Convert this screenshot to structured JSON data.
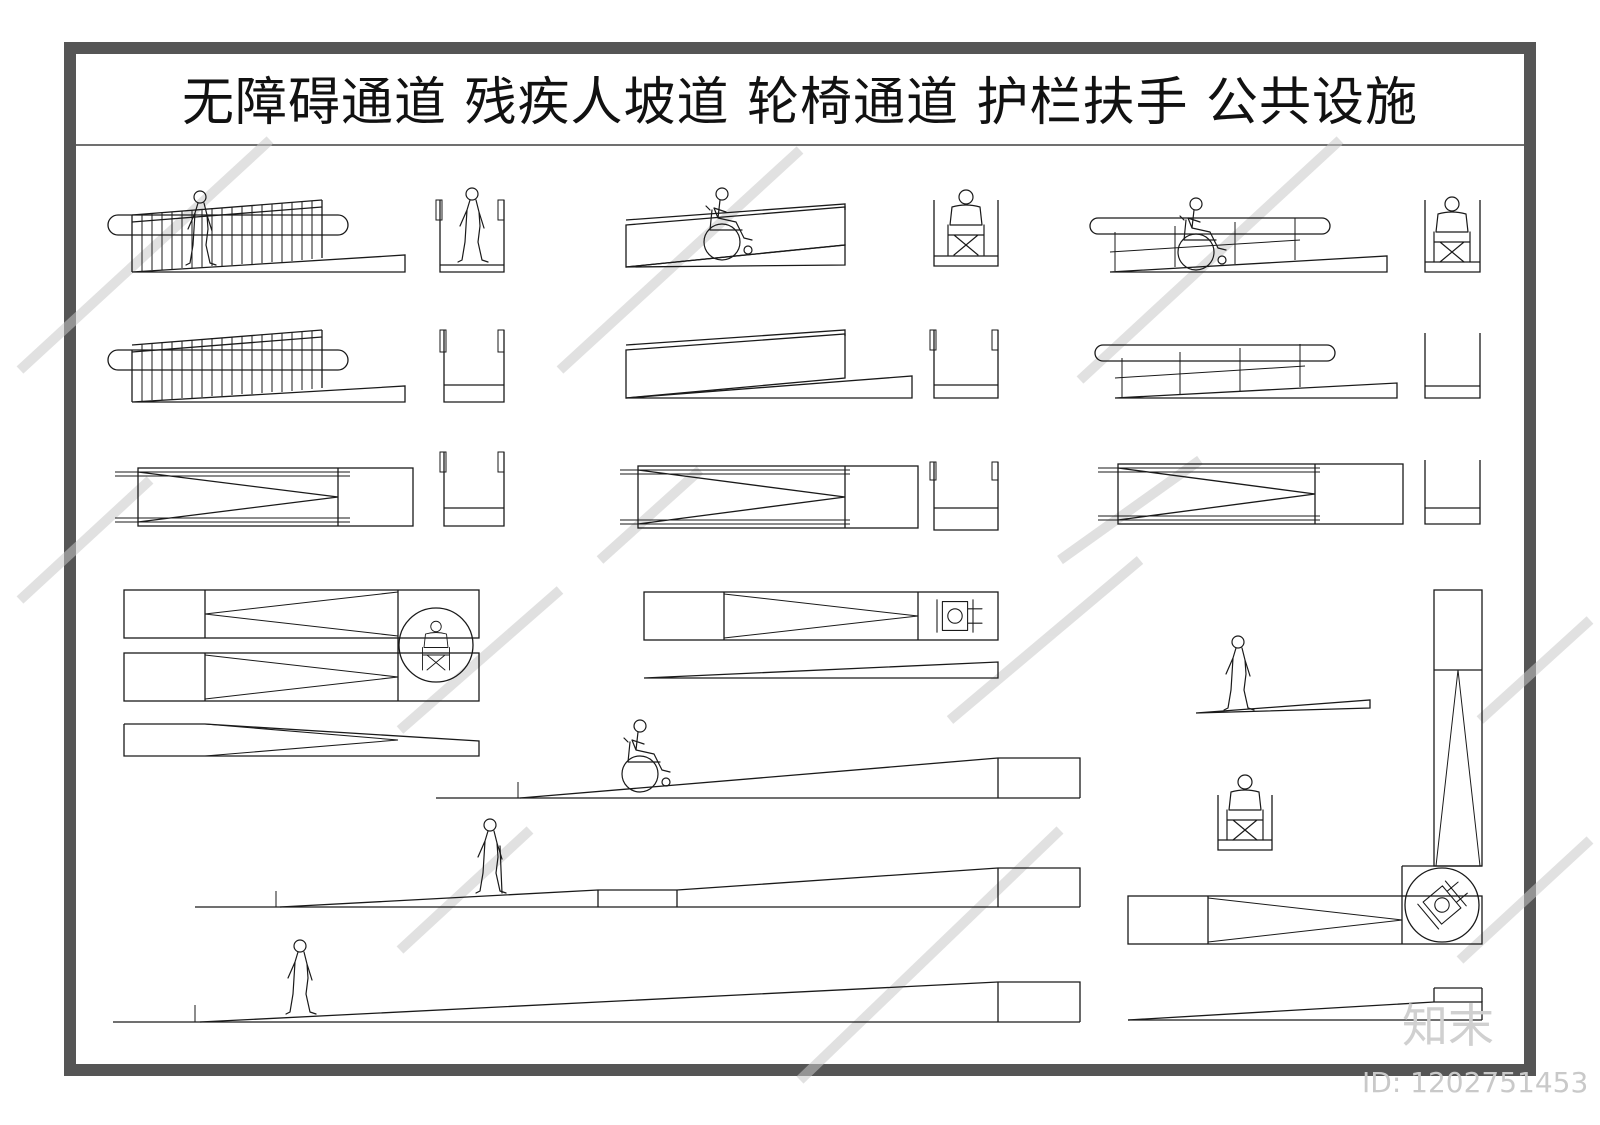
{
  "sheet": {
    "title": "无障碍通道  残疾人坡道  轮椅通道  护栏扶手  公共设施"
  },
  "watermark": {
    "brand": "知末",
    "id_label": "ID: 1202751453"
  },
  "colors": {
    "frame": "#555555",
    "line": "#1a1a1a",
    "watermark": "#c8c8c8"
  }
}
